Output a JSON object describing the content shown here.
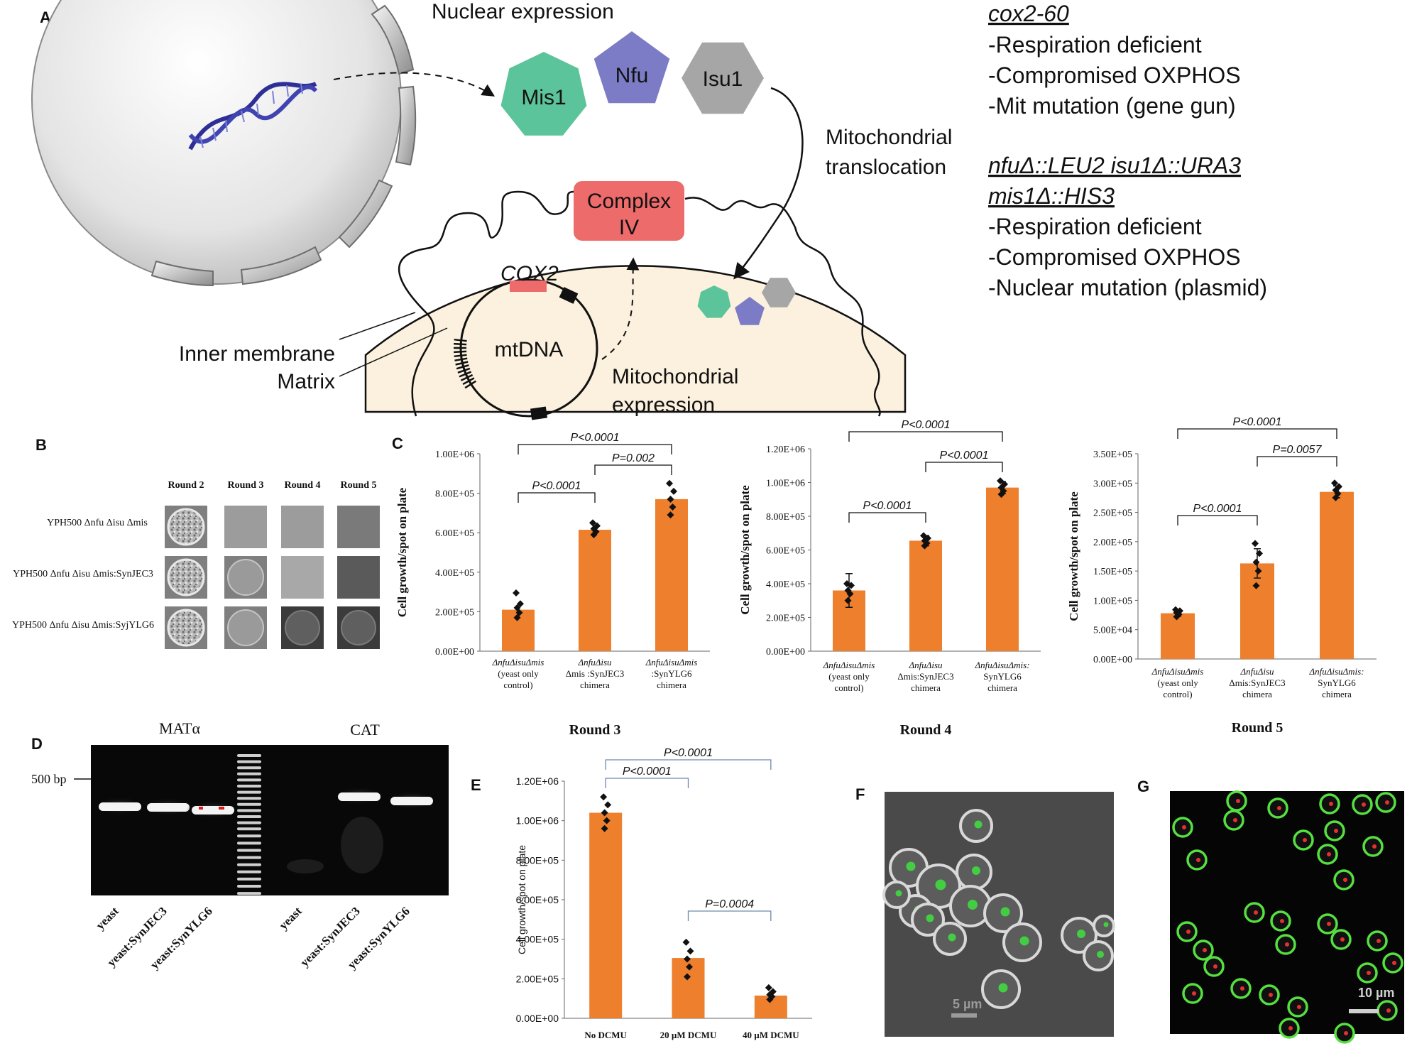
{
  "panelA": {
    "letter": "A",
    "nuclear_expression": "Nuclear expression",
    "proteins": [
      "Mis1",
      "Nfu",
      "Isu1"
    ],
    "mito_translocation": [
      "Mitochondrial",
      "translocation"
    ],
    "complex": [
      "Complex",
      "IV"
    ],
    "gene": "COX2",
    "mtdna": "mtDNA",
    "inner_membrane": "Inner membrane",
    "matrix": "Matrix",
    "mito_expression": [
      "Mitochondrial",
      "expression"
    ],
    "strain1": {
      "title": "cox2-60",
      "lines": [
        "-Respiration deficient",
        "-Compromised OXPHOS",
        "-Mit mutation (gene gun)"
      ]
    },
    "strain2": {
      "title_lines": [
        "nfuΔ::LEU2 isu1Δ::URA3",
        "mis1Δ::HIS3"
      ],
      "lines": [
        "-Respiration deficient",
        "-Compromised OXPHOS",
        "-Nuclear mutation (plasmid)"
      ]
    },
    "colors": {
      "mis1": "#5cc49a",
      "nfu": "#7c7cc6",
      "isu1": "#a6a6a6",
      "complex": "#ee6b6b",
      "cell": "#fbf1de",
      "dna": "#2e2f96"
    }
  },
  "panelB": {
    "letter": "B",
    "columns": [
      "Round 2",
      "Round 3",
      "Round 4",
      "Round 5"
    ],
    "rows": [
      "YPH500 Δnfu Δisu Δmis",
      "YPH500 Δnfu Δisu Δmis:SynJEC3",
      "YPH500 Δnfu Δisu Δmis:SyjYLG6"
    ]
  },
  "panelC": {
    "letter": "C",
    "bar_color": "#ee7f2d"
  },
  "panelD": {
    "letter": "D",
    "left_title": "MATα",
    "right_title": "CAT",
    "marker": "500 bp",
    "lanes": [
      "yeast",
      "yeast:SynJEC3",
      "yeast:SynYLG6",
      "yeast",
      "yeast:SynJEC3",
      "yeast:SynYLG6"
    ]
  },
  "panelE": {
    "letter": "E"
  },
  "panelF": {
    "letter": "F",
    "scale": "5 µm"
  },
  "panelG": {
    "letter": "G",
    "scale": "10 µm"
  },
  "chart_data": [
    {
      "type": "bar",
      "title": "Round 3",
      "ylabel": "Cell growth/spot on plate",
      "categories": [
        [
          "ΔnfuΔisuΔmis",
          "(yeast only",
          "control)"
        ],
        [
          "ΔnfuΔisu",
          "Δmis :SynJEC3",
          "chimera"
        ],
        [
          "ΔnfuΔisuΔmis",
          ":SynYLG6",
          "chimera"
        ]
      ],
      "values": [
        210000,
        615000,
        770000
      ],
      "points": [
        [
          170000,
          195000,
          220000,
          240000,
          295000
        ],
        [
          590000,
          605000,
          620000,
          635000,
          650000
        ],
        [
          690000,
          730000,
          770000,
          810000,
          850000
        ]
      ],
      "ylim": [
        0,
        1000000
      ],
      "yticks": [
        "0.00E+00",
        "2.00E+05",
        "4.00E+05",
        "6.00E+05",
        "8.00E+05",
        "1.00E+06"
      ],
      "brackets": [
        {
          "from": 0,
          "to": 1,
          "label": "P<0.0001",
          "level": 1
        },
        {
          "from": 1,
          "to": 2,
          "label": "P=0.002",
          "level": 2
        },
        {
          "from": 0,
          "to": 2,
          "label": "P<0.0001",
          "level": 3
        }
      ]
    },
    {
      "type": "bar",
      "title": "Round 4",
      "ylabel": "Cell growth/spot on plate",
      "categories": [
        [
          "ΔnfuΔisuΔmis",
          "(yeast only",
          "control)"
        ],
        [
          "ΔnfuΔisu",
          "Δmis:SynJEC3",
          "chimera"
        ],
        [
          "ΔnfuΔisuΔmis:",
          "SynYLG6",
          "chimera"
        ]
      ],
      "values": [
        360000,
        655000,
        970000
      ],
      "errors": [
        100000,
        30000,
        35000
      ],
      "points": [
        [
          300000,
          340000,
          360000,
          390000,
          400000
        ],
        [
          625000,
          640000,
          655000,
          670000,
          685000
        ],
        [
          930000,
          950000,
          970000,
          990000,
          1010000
        ]
      ],
      "ylim": [
        0,
        1200000
      ],
      "yticks": [
        "0.00E+00",
        "2.00E+05",
        "4.00E+05",
        "6.00E+05",
        "8.00E+05",
        "1.00E+06",
        "1.20E+06"
      ],
      "brackets": [
        {
          "from": 0,
          "to": 1,
          "label": "P<0.0001",
          "level": 1
        },
        {
          "from": 1,
          "to": 2,
          "label": "P<0.0001",
          "level": 2
        },
        {
          "from": 0,
          "to": 2,
          "label": "P<0.0001",
          "level": 3
        }
      ]
    },
    {
      "type": "bar",
      "title": "Round 5",
      "ylabel": "Cell growth/spot on plate",
      "categories": [
        [
          "ΔnfuΔisuΔmis",
          "(yeast only",
          "control)"
        ],
        [
          "ΔnfuΔisu",
          "Δmis:SynJEC3",
          "chimera"
        ],
        [
          "ΔnfuΔisuΔmis:",
          "SynYLG6",
          "chimera"
        ]
      ],
      "values": [
        78000,
        163000,
        285000
      ],
      "errors": [
        5000,
        25000,
        10000
      ],
      "points": [
        [
          72000,
          76000,
          79000,
          82000,
          84000
        ],
        [
          125000,
          150000,
          165000,
          180000,
          197000
        ],
        [
          275000,
          282000,
          288000,
          294000,
          300000
        ]
      ],
      "ylim": [
        0,
        350000
      ],
      "yticks": [
        "0.00E+00",
        "5.00E+04",
        "1.00E+05",
        "1.50E+05",
        "2.00E+05",
        "2.50E+05",
        "3.00E+05",
        "3.50E+05"
      ],
      "brackets": [
        {
          "from": 0,
          "to": 1,
          "label": "P<0.0001",
          "level": 1
        },
        {
          "from": 1,
          "to": 2,
          "label": "P=0.0057",
          "level": 2
        },
        {
          "from": 0,
          "to": 2,
          "label": "P<0.0001",
          "level": 3
        }
      ]
    },
    {
      "type": "bar",
      "ylabel": "Cell growth/spot on plate",
      "categories": [
        [
          "No DCMU"
        ],
        [
          "20 µM DCMU"
        ],
        [
          "40 µM DCMU"
        ]
      ],
      "values": [
        1040000,
        305000,
        115000
      ],
      "points": [
        [
          960000,
          1000000,
          1040000,
          1080000,
          1120000
        ],
        [
          210000,
          260000,
          300000,
          340000,
          385000
        ],
        [
          95000,
          110000,
          120000,
          135000,
          155000
        ]
      ],
      "ylim": [
        0,
        1200000
      ],
      "yticks": [
        "0.00E+00",
        "2.00E+05",
        "4.00E+05",
        "6.00E+05",
        "8.00E+05",
        "1.00E+06",
        "1.20E+06"
      ],
      "brackets": [
        {
          "from": 0,
          "to": 1,
          "label": "P<0.0001",
          "level": 1
        },
        {
          "from": 0,
          "to": 2,
          "label": "P<0.0001",
          "level": 2
        },
        {
          "from": 1,
          "to": 2,
          "label": "P=0.0004",
          "level": 0
        }
      ]
    }
  ]
}
